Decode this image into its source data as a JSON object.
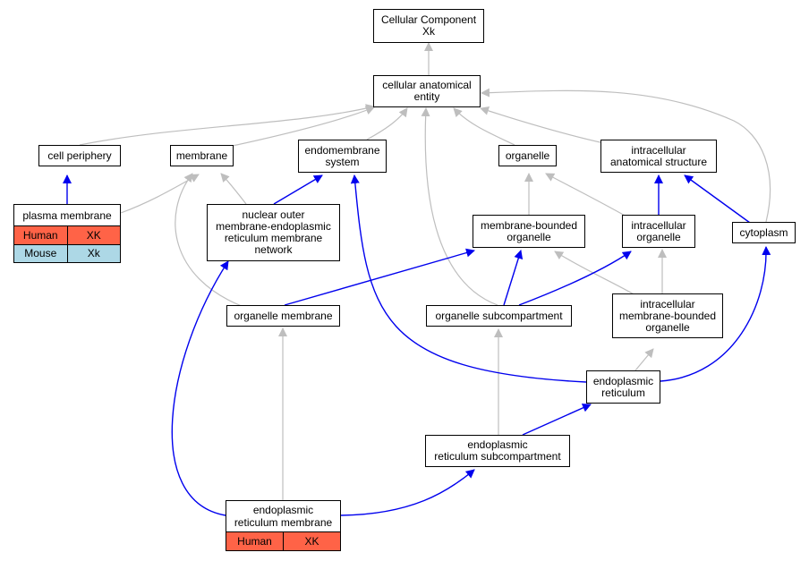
{
  "colors": {
    "is_a": "#bebebe",
    "part_of": "#0000ee",
    "human": "#ff6347",
    "mouse": "#add8e6"
  },
  "nodes": {
    "cellular_component": [
      "Cellular Component",
      "Xk"
    ],
    "cellular_anatomical_entity": [
      "cellular anatomical",
      "entity"
    ],
    "cell_periphery": [
      "cell periphery"
    ],
    "membrane": [
      "membrane"
    ],
    "endomembrane_system": [
      "endomembrane",
      "system"
    ],
    "organelle": [
      "organelle"
    ],
    "intracellular_anatomical_structure": [
      "intracellular",
      "anatomical structure"
    ],
    "nuclear_outer_membrane": [
      "nuclear outer",
      "membrane-endoplasmic",
      "reticulum membrane",
      "network"
    ],
    "membrane_bounded_organelle": [
      "membrane-bounded",
      "organelle"
    ],
    "intracellular_organelle": [
      "intracellular",
      "organelle"
    ],
    "cytoplasm": [
      "cytoplasm"
    ],
    "organelle_membrane": [
      "organelle membrane"
    ],
    "organelle_subcompartment": [
      "organelle subcompartment"
    ],
    "intracellular_membrane_bounded_organelle": [
      "intracellular",
      "membrane-bounded",
      "organelle"
    ],
    "endoplasmic_reticulum": [
      "endoplasmic",
      "reticulum"
    ],
    "er_subcompartment": [
      "endoplasmic",
      "reticulum subcompartment"
    ]
  },
  "annotated": {
    "plasma_membrane": {
      "title": "plasma membrane",
      "rows": [
        {
          "species": "Human",
          "gene": "XK",
          "color": "#ff6347"
        },
        {
          "species": "Mouse",
          "gene": "Xk",
          "color": "#add8e6"
        }
      ]
    },
    "er_membrane": {
      "title": [
        "endoplasmic",
        "reticulum membrane"
      ],
      "rows": [
        {
          "species": "Human",
          "gene": "XK",
          "color": "#ff6347"
        }
      ]
    }
  }
}
